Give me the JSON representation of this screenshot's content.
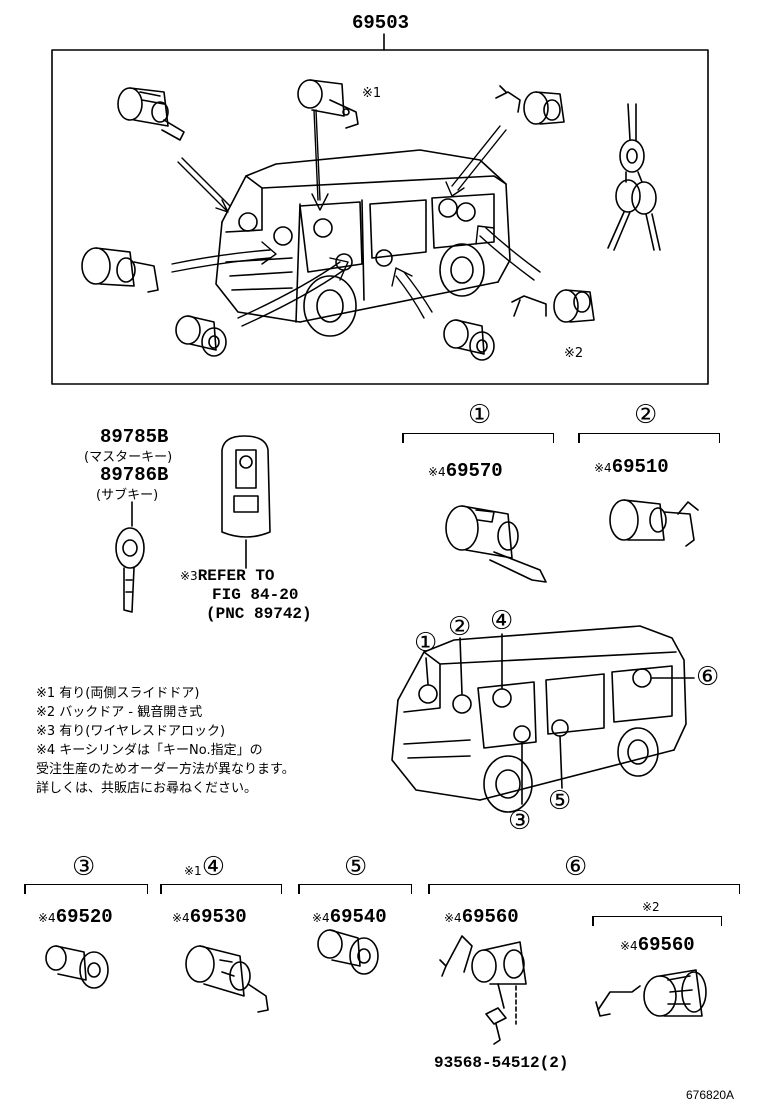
{
  "assembly": {
    "part_number": "69503"
  },
  "top_box": {
    "note_marks": [
      "※1",
      "※2"
    ]
  },
  "keys": {
    "master_pn": "89785B",
    "master_label": "(マスターキー)",
    "sub_pn": "89786B",
    "sub_label": "(サブキー)"
  },
  "remote": {
    "mark": "※3",
    "line1": "REFER TO",
    "line2": "FIG 84-20",
    "line3": "(PNC 89742)"
  },
  "notes": [
    "※1  有り(両側スライドドア)",
    "※2  バックドア - 観音開き式",
    "※3  有り(ワイヤレスドアロック)",
    "※4  キーシリンダは「キーNo.指定」の",
    "       受注生産のためオーダー方法が異なります。",
    "       詳しくは、共販店にお尋ねください。"
  ],
  "groups": [
    {
      "circle": "①",
      "mark": "※4",
      "pn": "69570"
    },
    {
      "circle": "②",
      "mark": "※4",
      "pn": "69510"
    },
    {
      "circle": "③",
      "mark": "※4",
      "pn": "69520"
    },
    {
      "circle": "④",
      "prefix": "※1",
      "mark": "※4",
      "pn": "69530"
    },
    {
      "circle": "⑤",
      "mark": "※4",
      "pn": "69540"
    },
    {
      "circle": "⑥",
      "mark": "※4",
      "pn": "69560",
      "sub_prefix": "※2",
      "sub_mark": "※4",
      "sub_pn": "69560"
    }
  ],
  "van_callouts": [
    "①",
    "②",
    "④",
    "⑥",
    "③",
    "⑤"
  ],
  "bolt": {
    "pn": "93568-54512",
    "qty": "(2)"
  },
  "figure_id": "676820A"
}
